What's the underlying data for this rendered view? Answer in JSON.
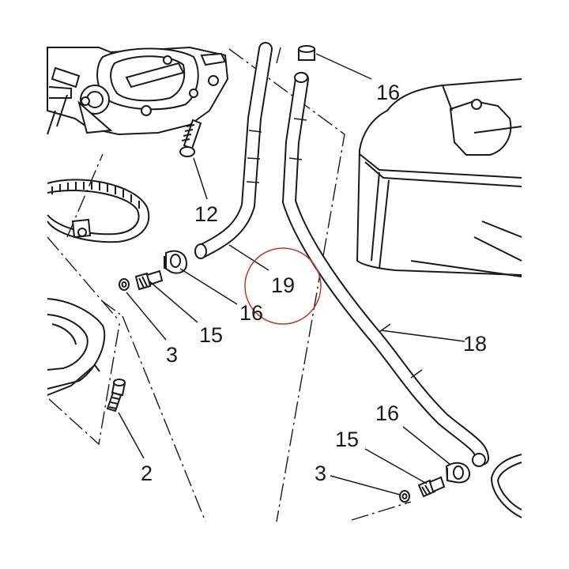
{
  "diagram": {
    "callouts": {
      "c16_top": "16",
      "c12": "12",
      "c19": "19",
      "c16_mid": "16",
      "c15_mid": "15",
      "c3_mid": "3",
      "c18": "18",
      "c2": "2",
      "c16_bot": "16",
      "c15_bot": "15",
      "c3_bot": "3"
    },
    "highlight_color": "#c0392b"
  }
}
